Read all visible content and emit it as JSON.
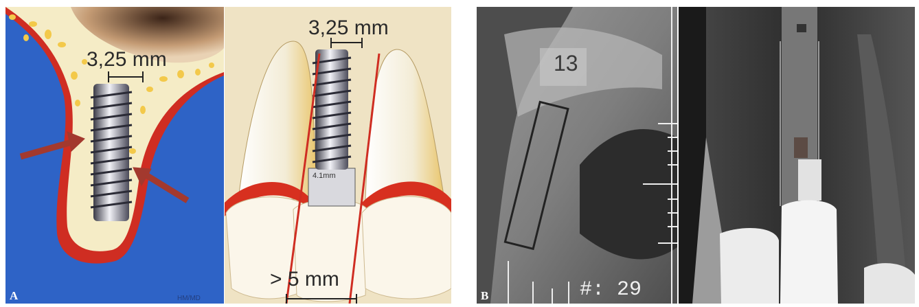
{
  "panelA": {
    "letter": "A",
    "implant_width_label": "3,25 mm",
    "credit": "HM/MD"
  },
  "panelA2": {
    "implant_width_label": "3,25 mm",
    "implant_length_label": "4.1mm",
    "gap_label": "> 5 mm"
  },
  "panelB": {
    "letter": "B",
    "tooth_number": "13",
    "marker_label": "#: 29"
  },
  "colors": {
    "soft_tissue_blue": "#2e63c6",
    "gingiva_red": "#cf2d22",
    "bone_cream": "#f5ecc6",
    "arrow_red": "#a3392e",
    "background_tan": "#efe3c4"
  }
}
